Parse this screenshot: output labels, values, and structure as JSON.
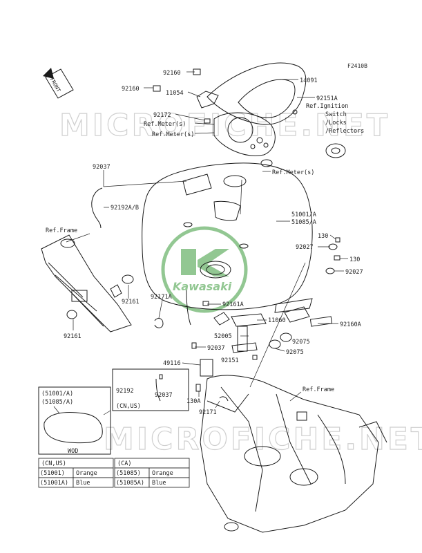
{
  "figure_code": "F2410B",
  "front_label": "FRONT",
  "watermarks": [
    "MICROFICHE.NET",
    "MICROFICHE.NET"
  ],
  "logo": {
    "brand": "Kawasaki",
    "color": "#3a9a3a"
  },
  "callouts": {
    "p92160_top": "92160",
    "p14091": "14091",
    "p92160_left": "92160",
    "p11054": "11054",
    "p92151A": "92151A",
    "ref_ignition_1": "Ref.Ignition",
    "ref_ignition_2": "Switch",
    "ref_ignition_3": "/Locks",
    "ref_ignition_4": "/Reflectors",
    "p92172": "92172",
    "ref_meter_1": "Ref.Meter(s)",
    "ref_meter_2": "Ref.Meter(s)",
    "p92037_top": "92037",
    "ref_meter_3": "Ref.Meter(s)",
    "p92192AB": "92192A/B",
    "p51001A": "51001/A",
    "p51085A": "51085/A",
    "ref_frame_left": "Ref.Frame",
    "p130_top": "130",
    "p92027_a": "92027",
    "p130_b": "130",
    "p92027_b": "92027",
    "p92161_a": "92161",
    "p92171A": "92171A",
    "p92161A": "92161A",
    "p11060": "11060",
    "p92160A": "92160A",
    "p92161_b": "92161",
    "p52005": "52005",
    "p92075_a": "92075",
    "p92037_mid": "92037",
    "p92075_b": "92075",
    "p92151": "92151",
    "p49116": "49116",
    "p92192": "92192",
    "p92037_low": "92037",
    "cn_us": "(CN,US)",
    "ref_frame_right": "Ref.Frame",
    "p130A": "130A",
    "p92171": "92171"
  },
  "inset": {
    "line1": "(51001/A)",
    "line2": "(51085/A)",
    "caption": "WOD"
  },
  "color_table": {
    "left": {
      "header": "(CN,US)",
      "rows": [
        {
          "part": "(51001)",
          "color": "Orange"
        },
        {
          "part": "(51001A)",
          "color": "Blue"
        }
      ]
    },
    "right": {
      "header": "(CA)",
      "rows": [
        {
          "part": "(51085)",
          "color": "Orange"
        },
        {
          "part": "(51085A)",
          "color": "Blue"
        }
      ]
    }
  }
}
